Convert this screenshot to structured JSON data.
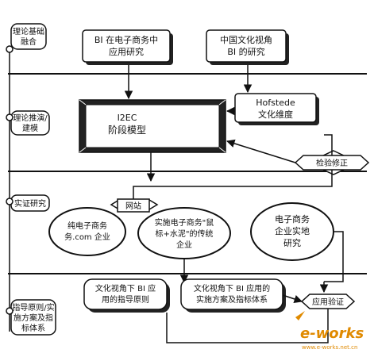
{
  "stages": [
    {
      "label_lines": [
        "理论基础",
        "融合"
      ]
    },
    {
      "label_lines": [
        "理论推演/",
        "建模"
      ]
    },
    {
      "label_lines": [
        "实证研究"
      ]
    },
    {
      "label_lines": [
        "指导原则/实",
        "施方案及指",
        "标体系"
      ]
    }
  ],
  "boxes": {
    "bi_ecommerce": [
      "BI 在电子商务中",
      "应用研究"
    ],
    "china_culture": [
      "中国文化视角",
      "BI 的研究"
    ],
    "i2ec": [
      "I2EC",
      "阶段模型"
    ],
    "hofstede": [
      "Hofstede",
      "文化维度"
    ],
    "verify_revise": [
      "检验修正"
    ],
    "website": [
      "网站"
    ],
    "pure_ecommerce": [
      "纯电子商务",
      "务.com 企业"
    ],
    "traditional": [
      "实施电子商务\"鼠",
      "标+水泥\"的传统",
      "企业"
    ],
    "field_research": [
      "电子商务",
      "企业实地",
      "研究"
    ],
    "guiding_principles": [
      "文化视角下 BI 应",
      "用的指导原则"
    ],
    "implementation_plan": [
      "文化视角下 BI 应用的",
      "实施方案及指标体系"
    ],
    "apply_verify": [
      "应用验证"
    ]
  },
  "watermark": {
    "text": "e-works",
    "domain": "www.e-works.net.cn"
  },
  "colors": {
    "line": "#111111",
    "shadow": "#222222",
    "fill": "#ffffff",
    "watermark": "#e08a00"
  },
  "icons": [
    "scroll-icon",
    "arrow-icon",
    "chevron-icon"
  ]
}
